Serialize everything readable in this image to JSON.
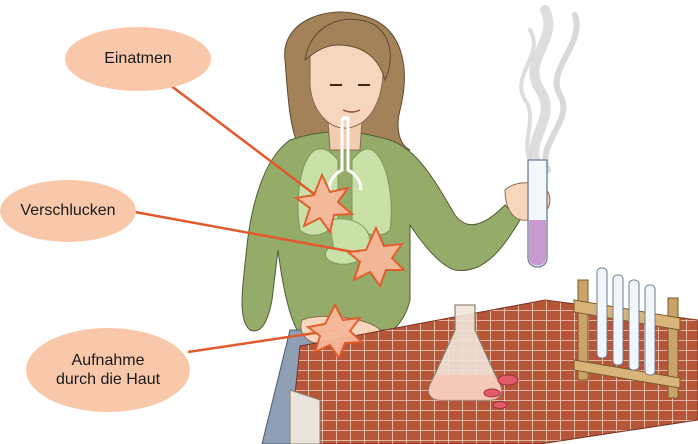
{
  "labels": {
    "inhale": "Einatmen",
    "swallow": "Verschlucken",
    "skin_line1": "Aufnahme",
    "skin_line2": "durch die Haut"
  },
  "colors": {
    "label_fill": "#f9c8aa",
    "arrow": "#e25a2b",
    "burst_fill": "#f7b89a",
    "burst_stroke": "#e25a2b",
    "sweater": "#94ab6a",
    "table_tile": "#b5553a",
    "hair": "#a3825a",
    "liquid": "#c89ad0"
  },
  "icons": [
    "lungs-icon",
    "stomach-icon",
    "burst-icon",
    "smoke-icon",
    "test-tube-icon",
    "flask-icon",
    "test-tube-rack-icon"
  ]
}
